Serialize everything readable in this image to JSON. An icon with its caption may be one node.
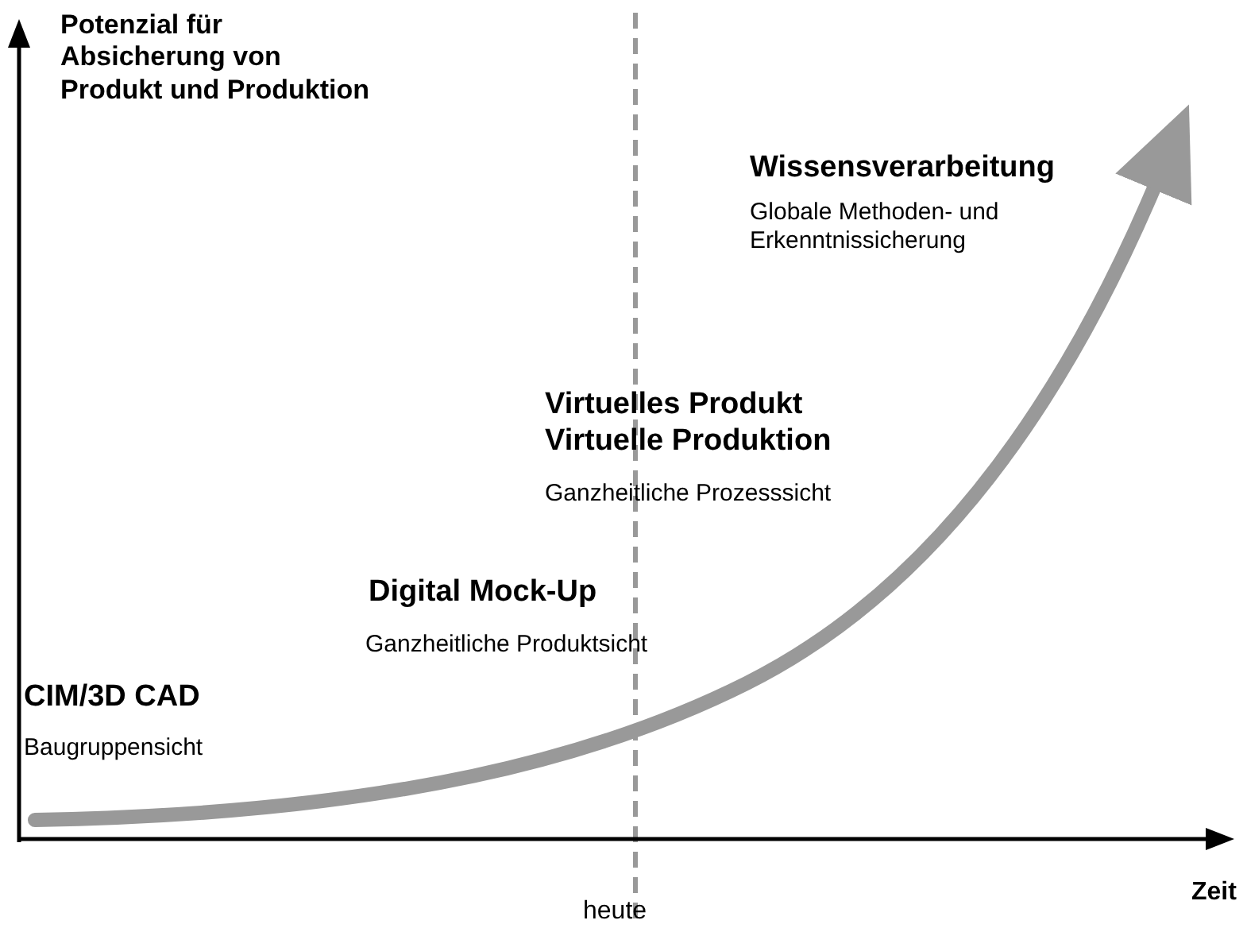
{
  "diagram": {
    "labels": [
      "Potenzial für Absicherung von Produkt und Produktion",
      "Wissensverarbeitung",
      "Globale Methoden- und Erkenntnissicherung",
      "Virtuelles Produkt Virtuelle Produktion",
      "Ganzheitliche Prozesssicht",
      "Digital Mock-Up",
      "Ganzheitliche Produktsicht",
      "CIM/3D CAD",
      "Baugruppensicht",
      "Zeit",
      "heute"
    ]
  }
}
